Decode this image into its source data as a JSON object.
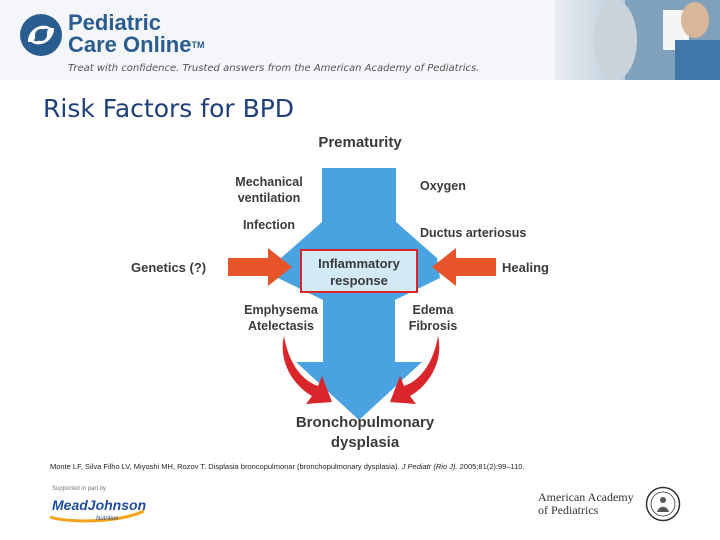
{
  "header": {
    "logo_line1": "Pediatric",
    "logo_line2": "Care Online",
    "logo_tm": "TM",
    "tagline": "Treat with confidence. Trusted answers from the American Academy of Pediatrics."
  },
  "title": "Risk Factors for BPD",
  "diagram": {
    "top": "Prematurity",
    "left_upper_1": "Mechanical",
    "left_upper_2": "ventilation",
    "left_upper_3": "Infection",
    "right_upper_1": "Oxygen",
    "right_upper_2": "Ductus arteriosus",
    "left_side": "Genetics (?)",
    "right_side": "Healing",
    "center_1": "Inflammatory",
    "center_2": "response",
    "left_lower_1": "Emphysema",
    "left_lower_2": "Atelectasis",
    "right_lower_1": "Edema",
    "right_lower_2": "Fibrosis",
    "bottom_1": "Bronchopulmonary",
    "bottom_2": "dysplasia",
    "colors": {
      "blue_arrow": "#4aa3e0",
      "orange_arrow": "#e8542a",
      "red_arrow": "#d9262a",
      "box_border": "#d9262a"
    }
  },
  "citation": {
    "authors": "Monte LF, Silva Filho LV, Miyoshi MH, Rozov T. Displasia broncopulmonar (bronchopulmonary dysplasia). ",
    "journal": "J Pediatr (Rio J).",
    "details": " 2005;81(2):99–110."
  },
  "footer": {
    "supported": "Supported in part by",
    "sponsor_1": "MeadJohnson",
    "sponsor_2": "Nutrition",
    "aap_line1": "American Academy",
    "aap_line2": "of Pediatrics"
  }
}
